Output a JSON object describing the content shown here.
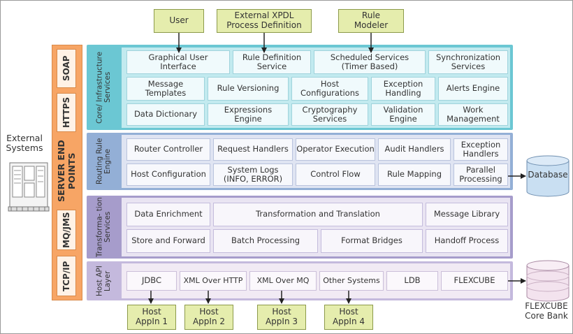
{
  "inputs": [
    "User",
    "External XPDL\nProcess Definition",
    "Rule\nModeler"
  ],
  "server_end_points": {
    "title": "SERVER END POINTS",
    "protocols": [
      "SOAP",
      "HTTPS",
      "MQ/JMS",
      "TCP/IP"
    ]
  },
  "external_systems": "External\nSystems",
  "layers": {
    "core": {
      "label": "Core/\nInfrastructure\nServices",
      "row1": [
        "Graphical User\nInterface",
        "Rule Definition\nService",
        "Scheduled Services\n(Timer Based)",
        "Synchronization\nServices"
      ],
      "row2": [
        "Message\nTemplates",
        "Rule Versioning",
        "Host\nConfigurations",
        "Exception\nHandling",
        "Alerts Engine"
      ],
      "row3": [
        "Data Dictionary",
        "Expressions\nEngine",
        "Cryptography\nServices",
        "Validation\nEngine",
        "Work\nManagement"
      ]
    },
    "routing": {
      "label": "Routing\nRule Engine",
      "row1": [
        "Router Controller",
        "Request Handlers",
        "Operator Execution",
        "Audit Handlers",
        "Exception\nHandlers"
      ],
      "row2": [
        "Host Configuration",
        "System Logs\n(INFO, ERROR)",
        "Control Flow",
        "Rule Mapping",
        "Parallel\nProcessing"
      ]
    },
    "transformation": {
      "label": "Transforma-\ntion Services",
      "row1": [
        "Data Enrichment",
        "Transformation and Translation",
        "Message Library"
      ],
      "row2": [
        "Store and Forward",
        "Batch Processing",
        "Format Bridges",
        "Handoff Process"
      ]
    },
    "host_api": {
      "label": "Host\nAPI\nLayer",
      "items": [
        "JDBC",
        "XML Over HTTP",
        "XML Over MQ",
        "Other Systems",
        "LDB",
        "FLEXCUBE"
      ]
    }
  },
  "database": "Database",
  "flexcube_core": "FLEXCUBE\nCore Bank",
  "host_apps": [
    "Host\nAppIn 1",
    "Host\nAppIn 2",
    "Host\nAppIn 3",
    "Host\nAppIn 4"
  ],
  "colors": {
    "input_box": "#e5edad",
    "server_end_points": "#f7a565",
    "core": "#6bc7d3",
    "routing": "#93afd6",
    "transformation": "#a69ccb",
    "host_api": "#c4b9dd",
    "database": "#c9dff2"
  }
}
